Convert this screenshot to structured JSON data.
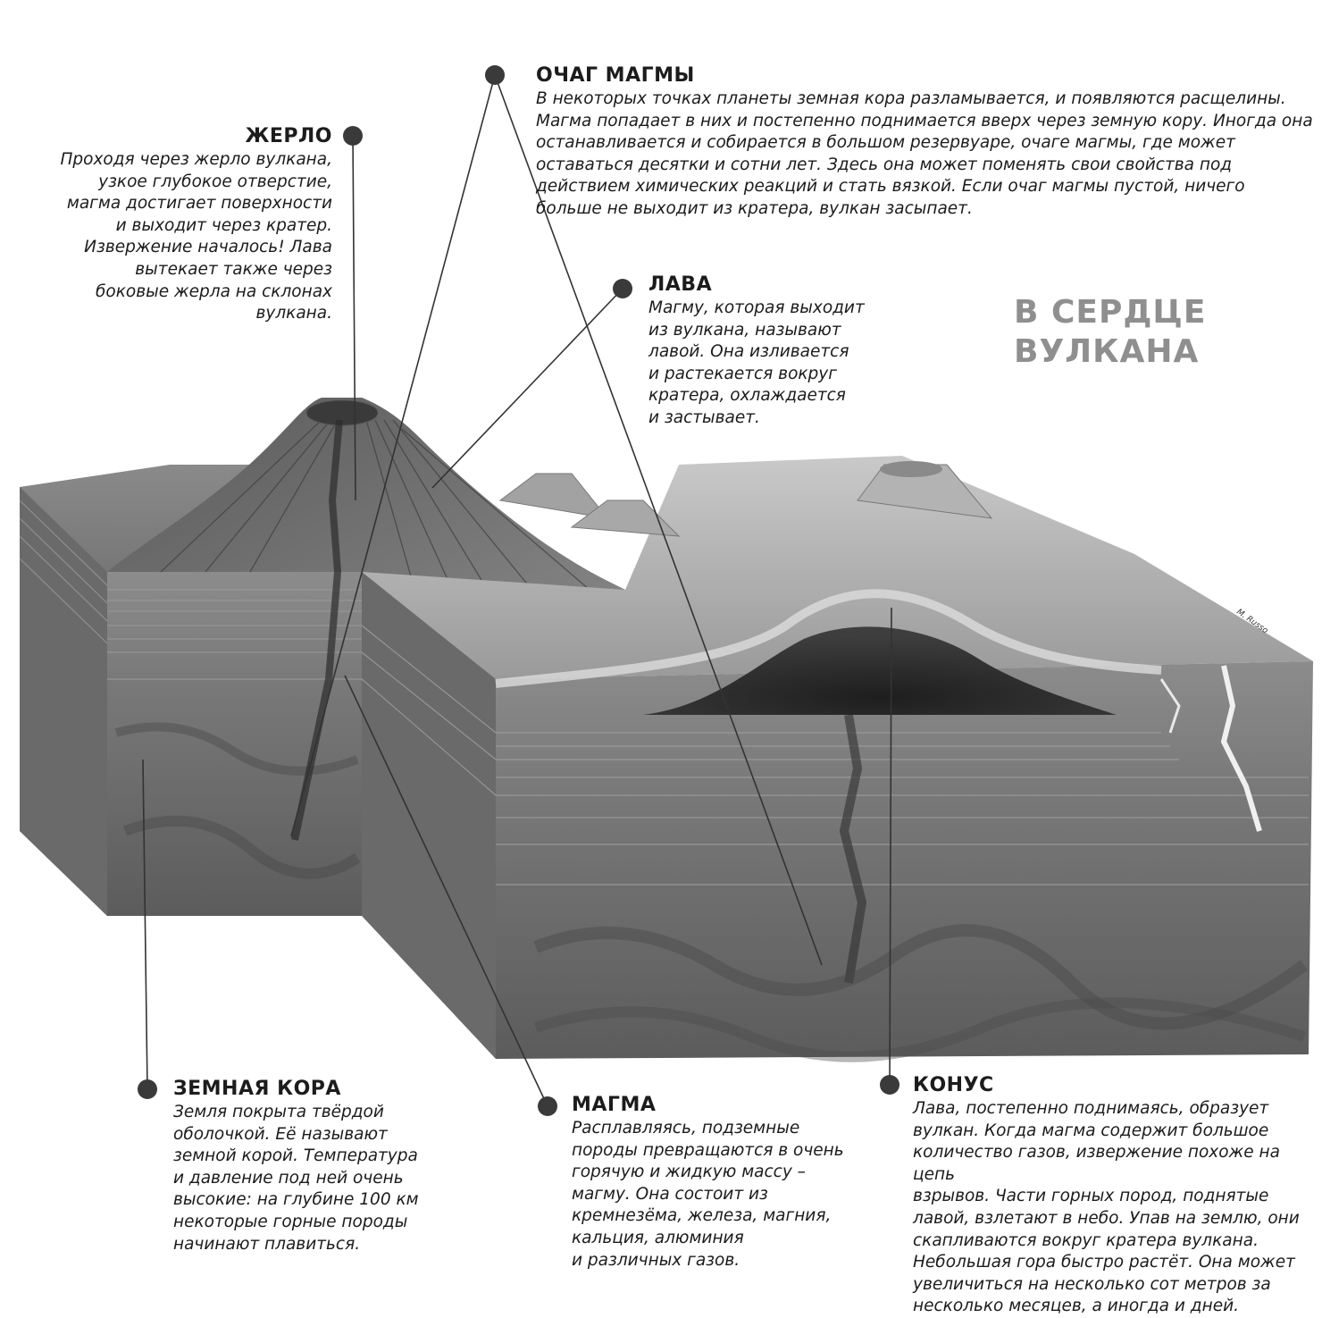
{
  "title": "В СЕРДЦЕ\nВУЛКАНА",
  "credit": "M. Russo",
  "callouts": {
    "zherlo": {
      "heading": "ЖЕРЛО",
      "text": "Проходя через жерло вулкана,\nузкое глубокое отверстие,\nмагма достигает поверхности\nи выходит через кратер.\nИзвержение началось! Лава\nвытекает также через\nбоковые жерла на склонах\nвулкана."
    },
    "ochag": {
      "heading": "ОЧАГ МАГМЫ",
      "text": "В некоторых точках планеты земная кора разламывается, и появляются расщелины.\nМагма попадает в них и постепенно поднимается вверх через земную кору. Иногда она\nостанавливается и собирается в большом резервуаре, очаге магмы, где может\nоставаться десятки и сотни лет. Здесь она может поменять свои свойства под\nдействием химических реакций и стать вязкой. Если очаг магмы пустой, ничего\nбольше не выходит из кратера, вулкан засыпает."
    },
    "lava": {
      "heading": "ЛАВА",
      "text": "Магму, которая выходит\nиз вулкана, называют\nлавой. Она изливается\nи растекается вокруг\nкратера, охлаждается\nи застывает."
    },
    "kora": {
      "heading": "ЗЕМНАЯ КОРА",
      "text": "Земля покрыта твёрдой\nоболочкой. Её называют\nземной корой. Температура\nи давление под ней очень\nвысокие: на глубине 100 км\nнекоторые горные породы\nначинают плавиться."
    },
    "magma": {
      "heading": "МАГМА",
      "text": "Расплавляясь, подземные\nпороды превращаются в очень\nгорячую и жидкую массу –\nмагму. Она состоит из\nкремнезёма, железа, магния,\nкальция, алюминия\nи различных газов."
    },
    "konus": {
      "heading": "КОНУС",
      "text": "Лава, постепенно поднимаясь, образует\nвулкан. Когда магма содержит большое\nколичество газов, извержение похоже на цепь\nвзрывов. Части горных пород, поднятые\nлавой, взлетают в небо. Упав на землю, они\nскапливаются вокруг кратера вулкана.\nНебольшая гора быстро растёт. Она может\nувеличиться на несколько сот метров за\nнесколько месяцев, а иногда и дней."
    }
  }
}
